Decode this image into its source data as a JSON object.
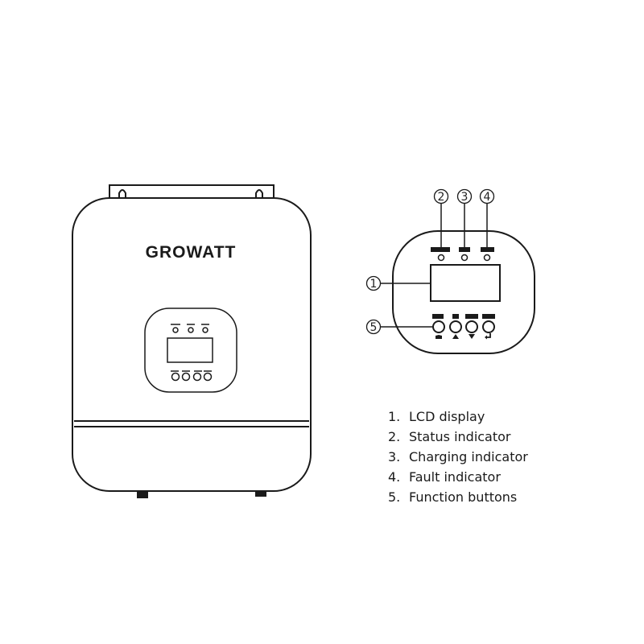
{
  "brand": {
    "logo_text": "GROWATT"
  },
  "callouts": [
    {
      "number": "1",
      "target": "lcd"
    },
    {
      "number": "2",
      "target": "status"
    },
    {
      "number": "3",
      "target": "charging"
    },
    {
      "number": "4",
      "target": "fault"
    },
    {
      "number": "5",
      "target": "buttons"
    }
  ],
  "legend": [
    {
      "number": "1.",
      "label": "LCD display"
    },
    {
      "number": "2.",
      "label": "Status indicator"
    },
    {
      "number": "3.",
      "label": "Charging indicator"
    },
    {
      "number": "4.",
      "label": "Fault indicator"
    },
    {
      "number": "5.",
      "label": "Function buttons"
    }
  ]
}
